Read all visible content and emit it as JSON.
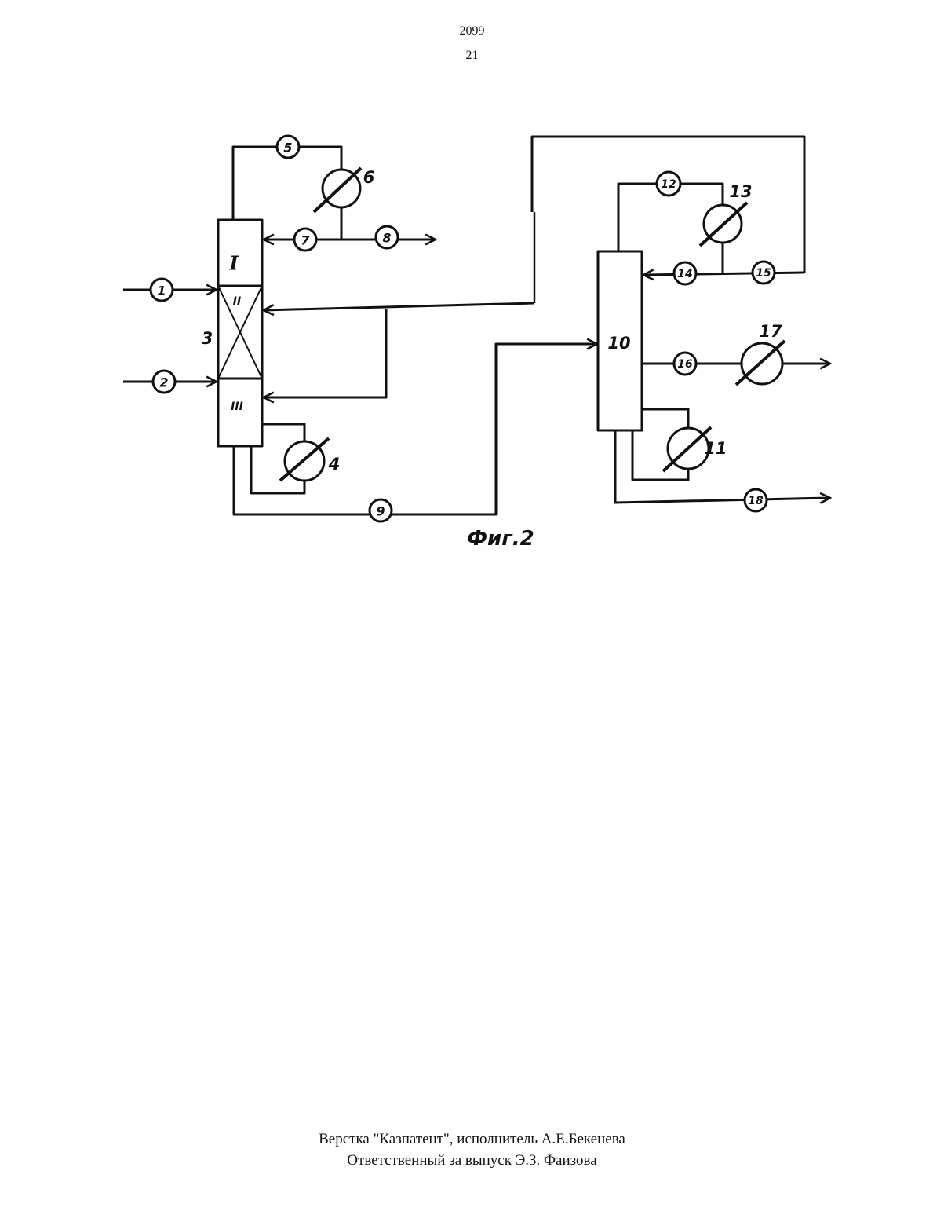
{
  "header": {
    "doc_number": "2099",
    "page_number": "21"
  },
  "figure": {
    "caption": "Фиг.2",
    "stream_labels": [
      "1",
      "2",
      "5",
      "7",
      "8",
      "9",
      "12",
      "14",
      "15",
      "16",
      "18"
    ],
    "equipment_labels": [
      "3",
      "4",
      "6",
      "10",
      "11",
      "13",
      "17"
    ],
    "zone_labels": [
      "I",
      "II",
      "III"
    ]
  },
  "footer": {
    "line1": "Верстка \"Казпатент\", исполнитель  А.Е.Бекенева",
    "line2": "Ответственный за выпуск Э.З. Фаизова"
  }
}
